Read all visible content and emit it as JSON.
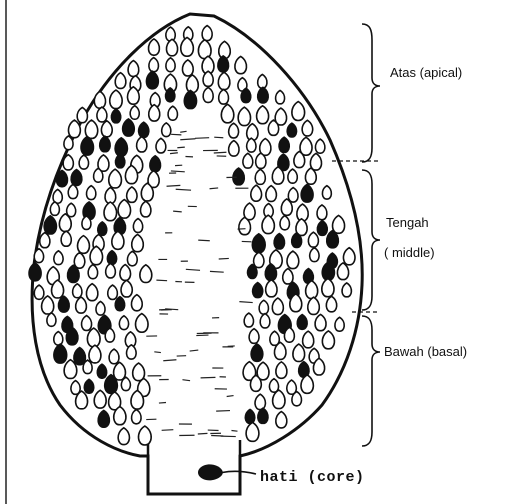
{
  "diagram": {
    "labels": {
      "apical": "Atas (apical)",
      "middle_top": "Tengah",
      "middle_bottom": "( middle)",
      "basal": "Bawah (basal)",
      "core": "hati (core)"
    },
    "colors": {
      "ink": "#111111",
      "paper": "#ffffff"
    }
  }
}
